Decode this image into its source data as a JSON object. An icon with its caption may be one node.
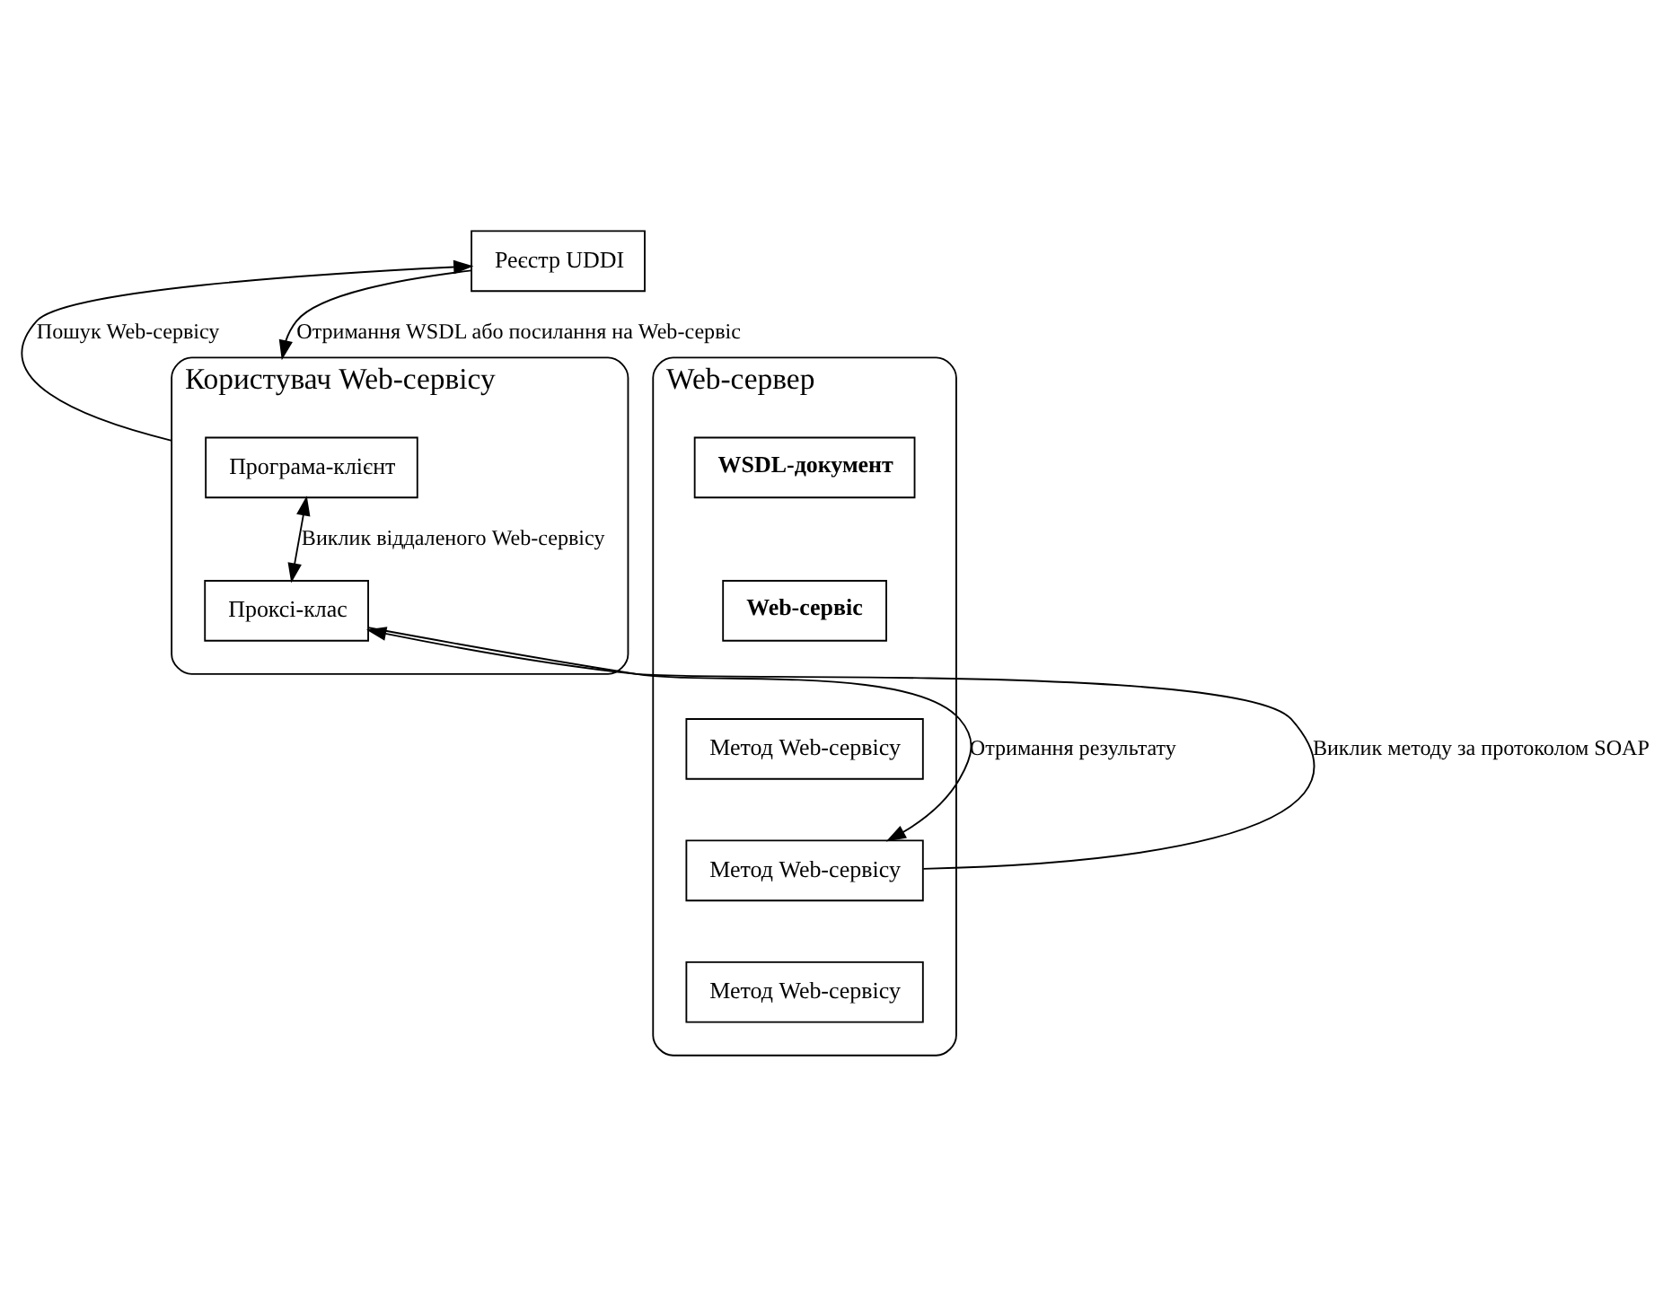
{
  "diagram": {
    "nodes": [
      {
        "text": [
          "Користувач Web-сервісу"
        ]
      },
      {
        "text": [
          "Програма-клієнт"
        ],
        "in": 0
      },
      {
        "text": [
          "Проксі-клас"
        ],
        "in": 0
      },
      {
        "text": [
          "Реєстр UDDI"
        ]
      },
      {
        "text": [
          "Web-сервер"
        ]
      },
      {
        "text": [
          "WSDL-документ"
        ],
        "in": 4
      },
      {
        "text": [
          "Web-сервіс"
        ],
        "in": 4
      },
      {
        "text": [
          "Метод Web-сервісу"
        ],
        "in": 4
      },
      {
        "text": [
          "Метод Web-сервісу"
        ],
        "in": 4
      },
      {
        "text": [
          "Метод Web-сервісу"
        ],
        "in": 4
      }
    ],
    "edges": [
      {
        "from": 0,
        "to": 3,
        "arrow": "to",
        "label": "Пошук Web-сервісу"
      },
      {
        "from": 3,
        "to": 0,
        "arrow": "to",
        "label": "Отримання WSDL або посилання на Web-сервіс"
      },
      {
        "from": 1,
        "to": 2,
        "arrow": "both",
        "label": "Виклик віддаленого Web-сервісу"
      },
      {
        "from": 8,
        "to": 2,
        "arrow": "to",
        "label": "Виклик методу за протоколом SOAP"
      },
      {
        "from": 2,
        "to": 8,
        "arrow": "to",
        "label": "Отримання результату"
      }
    ]
  }
}
